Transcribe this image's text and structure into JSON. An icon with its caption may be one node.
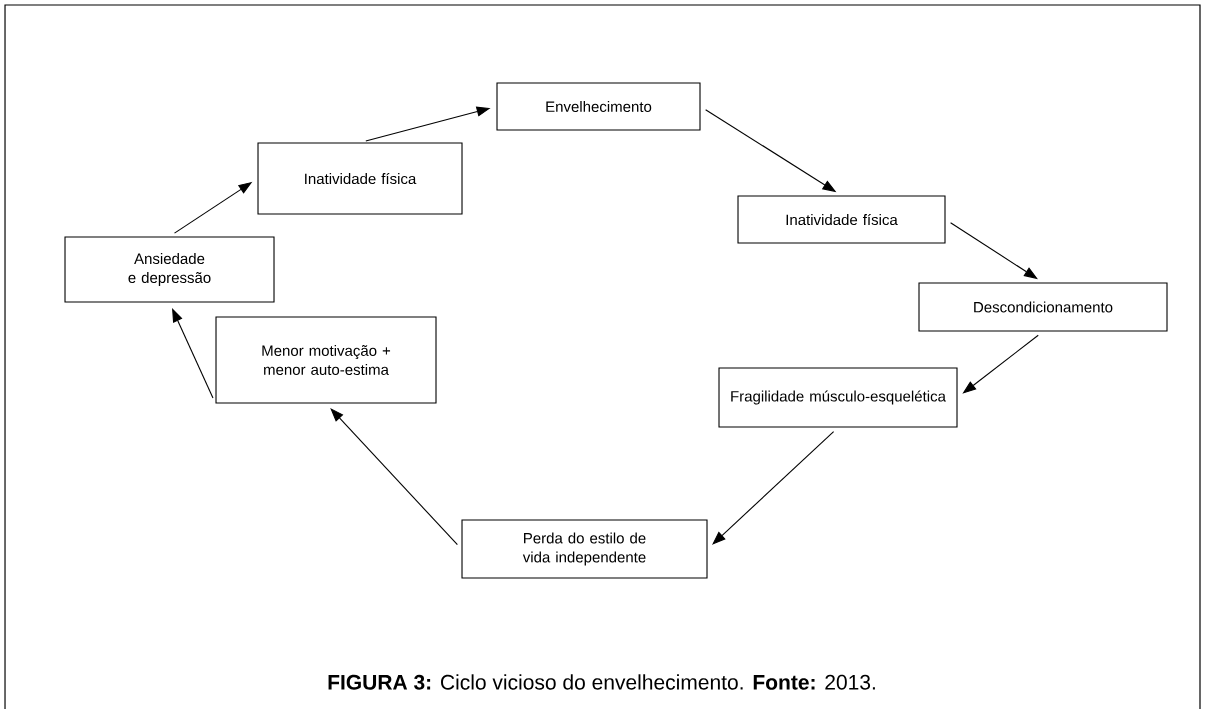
{
  "diagram": {
    "caption": "**FIGURA 3:** Ciclo vicioso do envelhecimento. **Fonte:** 2013.",
    "nodes": [
      {
        "text": [
          "Envelhecimento"
        ]
      },
      {
        "text": [
          "Inatividade física"
        ]
      },
      {
        "text": [
          "Descondicionamento"
        ]
      },
      {
        "text": [
          "Fragilidade músculo-esquelética"
        ]
      },
      {
        "text": [
          "Perda do estilo de vida independente"
        ]
      },
      {
        "text": [
          "Menor motivação + menor auto-estima"
        ]
      },
      {
        "text": [
          "Ansiedade e depressão"
        ]
      },
      {
        "text": [
          "Inatividade física"
        ]
      }
    ],
    "edges": [
      {
        "from": 0,
        "to": 1,
        "arrow": "to"
      },
      {
        "from": 1,
        "to": 2,
        "arrow": "to"
      },
      {
        "from": 2,
        "to": 3,
        "arrow": "to"
      },
      {
        "from": 3,
        "to": 4,
        "arrow": "to"
      },
      {
        "from": 4,
        "to": 5,
        "arrow": "to"
      },
      {
        "from": 5,
        "to": 6,
        "arrow": "to"
      },
      {
        "from": 6,
        "to": 7,
        "arrow": "to"
      },
      {
        "from": 7,
        "to": 0,
        "arrow": "to"
      }
    ]
  }
}
